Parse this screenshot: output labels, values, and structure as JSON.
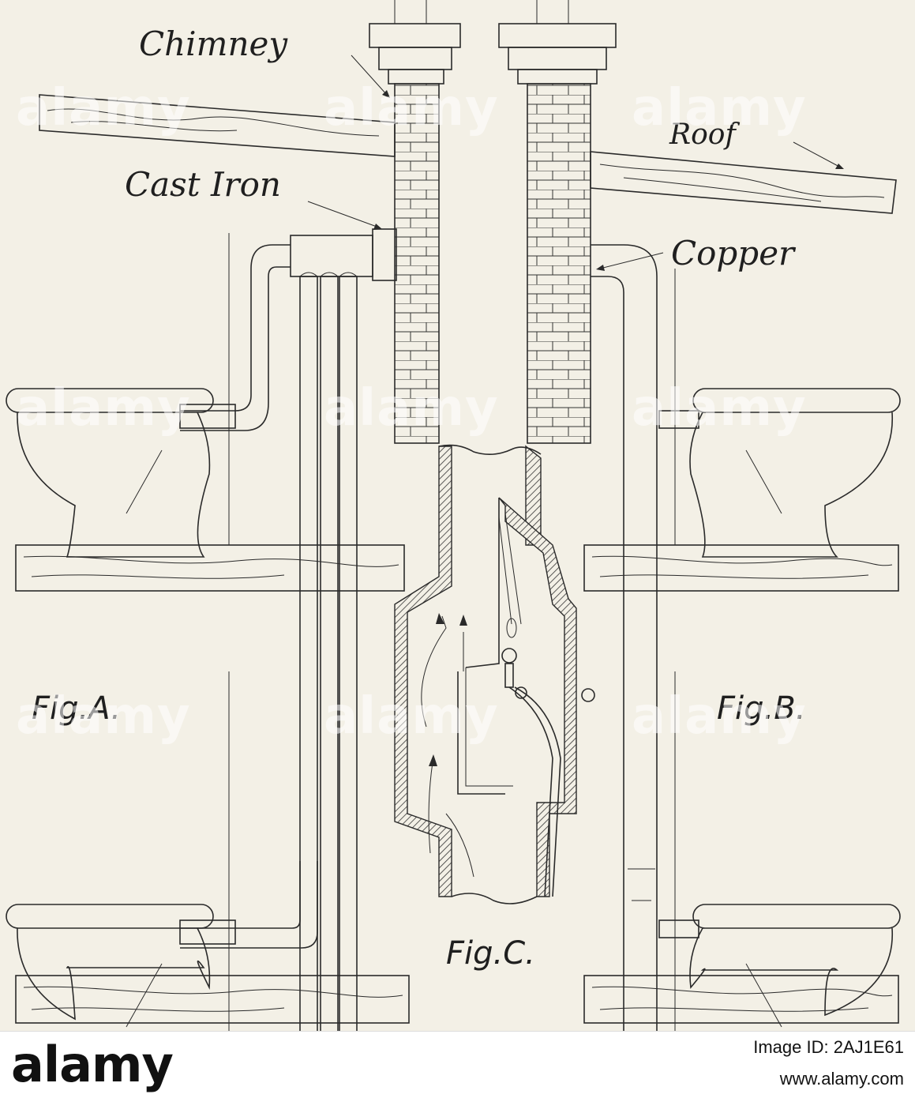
{
  "figure": {
    "labels": {
      "chimney": "Chimney",
      "roof": "Roof",
      "cast_iron": "Cast Iron",
      "copper": "Copper",
      "fig_a": "Fig.A.",
      "fig_b": "Fig.B.",
      "fig_c": "Fig.C."
    }
  },
  "watermark": {
    "text": "alamy"
  },
  "footer": {
    "brand": "alamy",
    "image_id": "Image ID: 2AJ1E61",
    "site": "www.alamy.com"
  },
  "colors": {
    "paper": "#f3f0e6",
    "ink": "#2a2a2a",
    "footer_bg": "#ffffff"
  }
}
